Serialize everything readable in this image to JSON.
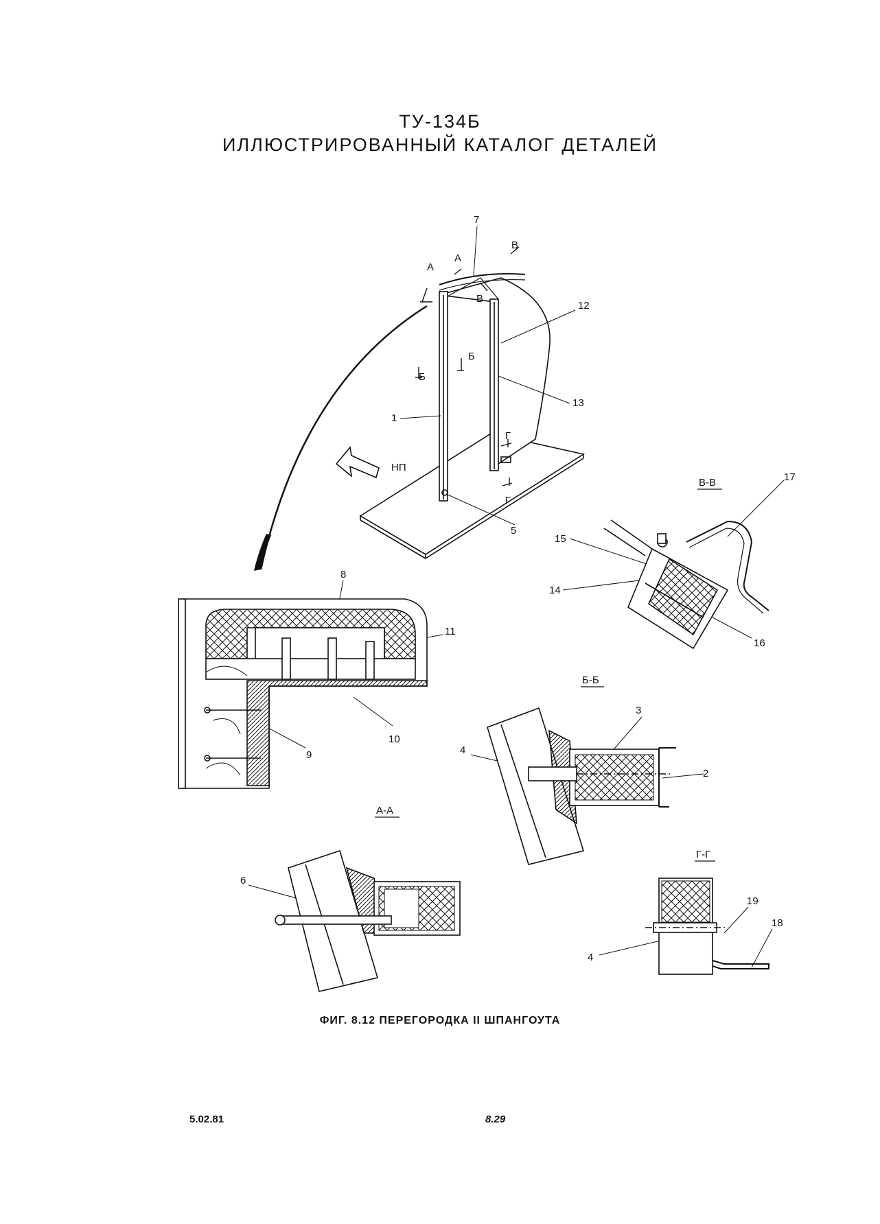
{
  "header": {
    "title_line1": "ТУ-134Б",
    "title_line2": "ИЛЛЮСТРИРОВАННЫЙ КАТАЛОГ ДЕТАЛЕЙ"
  },
  "figure": {
    "caption": "ФИГ. 8.12  ПЕРЕГОРОДКА II ШПАНГОУТА",
    "direction_label": "НП",
    "section_marks": [
      "А",
      "А",
      "Б",
      "Б",
      "В",
      "В",
      "Г",
      "Г"
    ],
    "section_titles": {
      "aa": "А-А",
      "bb": "Б-Б",
      "vv": "В-В",
      "gg": "Г-Г"
    },
    "callouts": [
      "1",
      "2",
      "3",
      "4",
      "4",
      "5",
      "6",
      "7",
      "8",
      "9",
      "10",
      "11",
      "12",
      "13",
      "14",
      "15",
      "16",
      "17",
      "18",
      "19"
    ]
  },
  "footer": {
    "date": "5.02.81",
    "page": "8.29"
  },
  "colors": {
    "ink": "#111111",
    "paper": "#ffffff"
  }
}
